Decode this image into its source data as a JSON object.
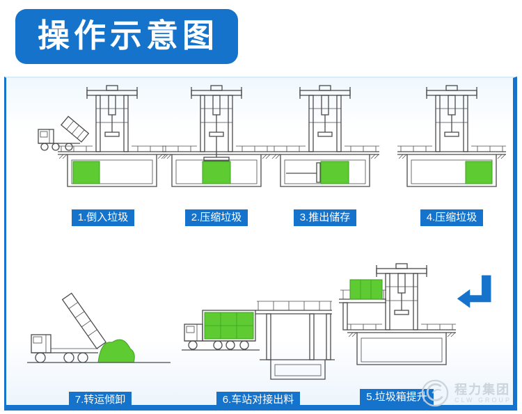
{
  "header": {
    "title": "操作示意图"
  },
  "steps": [
    {
      "label": "1.倒入垃圾"
    },
    {
      "label": "2.压缩垃圾"
    },
    {
      "label": "3.推出储存"
    },
    {
      "label": "4.压缩垃圾"
    },
    {
      "label": "5.垃圾箱提升"
    },
    {
      "label": "6.车站对接出料"
    },
    {
      "label": "7.转运倾卸"
    }
  ],
  "watermark": {
    "brand": "程力集团",
    "subtitle": "CLW GROUP"
  },
  "colors": {
    "accent": "#1573cb",
    "green": "#5ecb33",
    "green-dark": "#3e9e22",
    "line": "#4a4a4a",
    "watermark": "#c9d2d9"
  }
}
